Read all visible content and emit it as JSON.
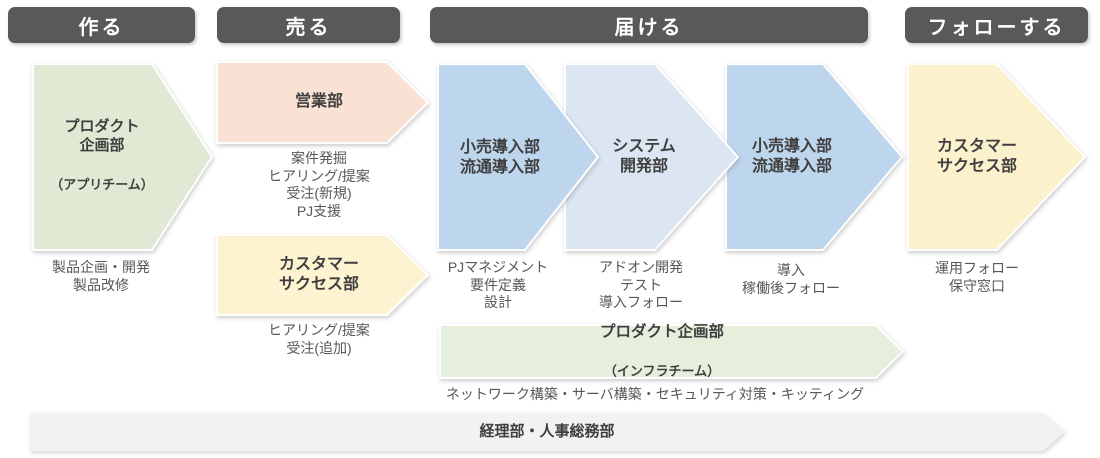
{
  "colors": {
    "phase_bar": "#595959",
    "phase_text": "#ffffff",
    "title_text": "#3f3f3f",
    "task_text": "#575757",
    "background": "#ffffff"
  },
  "phases": [
    {
      "label": "作る",
      "color": "#595959"
    },
    {
      "label": "売る",
      "color": "#595959"
    },
    {
      "label": "届ける",
      "color": "#595959"
    },
    {
      "label": "フォローする",
      "color": "#595959"
    }
  ],
  "departments": [
    {
      "id": "product-planning-app",
      "title": "プロダクト\n企画部",
      "subtitle": "（アプリチーム）",
      "tasks": "製品企画・開発\n製品改修",
      "color": "#dfe9d3"
    },
    {
      "id": "sales",
      "title": "営業部",
      "tasks": "案件発掘\nヒアリング/提案\n受注(新規)\nPJ支援",
      "color": "#f9e2d3"
    },
    {
      "id": "customer-success-sell",
      "title": "カスタマー\nサクセス部",
      "tasks": "ヒアリング/提案\n受注(追加)",
      "color": "#fdf3d0"
    },
    {
      "id": "retail-deploy-1",
      "title": "小売導入部\n流通導入部",
      "tasks": "PJマネジメント\n要件定義\n設計",
      "color": "#bed6ed"
    },
    {
      "id": "system-dev",
      "title": "システム\n開発部",
      "tasks": "アドオン開発\nテスト\n導入フォロー",
      "color": "#dce6f3"
    },
    {
      "id": "retail-deploy-2",
      "title": "小売導入部\n流通導入部",
      "tasks": "導入\n稼働後フォロー",
      "color": "#bed6ed"
    },
    {
      "id": "customer-success-follow",
      "title": "カスタマー\nサクセス部",
      "tasks": "運用フォロー\n保守窓口",
      "color": "#fcf1cd"
    },
    {
      "id": "product-planning-infra",
      "title": "プロダクト企画部",
      "subtitle": "（インフラチーム）",
      "tasks": "ネットワーク構築・サーバ構築・セキュリティ対策・キッティング",
      "color": "#e5efdc"
    },
    {
      "id": "admin",
      "title": "経理部・人事総務部",
      "color": "#f2f2f2"
    }
  ]
}
